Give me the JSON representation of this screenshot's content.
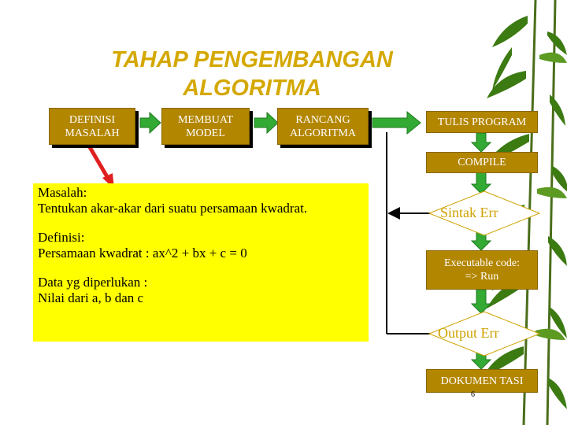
{
  "title": {
    "line1": "TAHAP PENGEMBANGAN",
    "line2": "ALGORITMA"
  },
  "steps": {
    "definisi": {
      "line1": "DEFINISI",
      "line2": "MASALAH"
    },
    "model": {
      "line1": "MEMBUAT",
      "line2": "MODEL"
    },
    "rancang": {
      "line1": "RANCANG",
      "line2": "ALGORITMA"
    },
    "tulis": "TULIS PROGRAM",
    "compile": "COMPILE",
    "sintak": "Sintak Err",
    "executable": {
      "line1": "Executable code:",
      "line2": "=> Run"
    },
    "output": "Output Err",
    "dokumentasi": "DOKUMEN TASI"
  },
  "content": {
    "masalah_label": "Masalah:",
    "masalah_text": "Tentukan akar-akar dari suatu persamaan kwadrat.",
    "definisi_label": "Definisi:",
    "definisi_text": "Persamaan kwadrat : ax^2 + bx + c = 0",
    "data_label": "Data yg diperlukan :",
    "data_text": "Nilai dari a, b dan c"
  },
  "page_number": "6",
  "colors": {
    "title": "#d4a800",
    "box": "#b38600",
    "arrow": "#33aa33",
    "highlight": "#ffff00",
    "red_arrow": "#e02020"
  }
}
